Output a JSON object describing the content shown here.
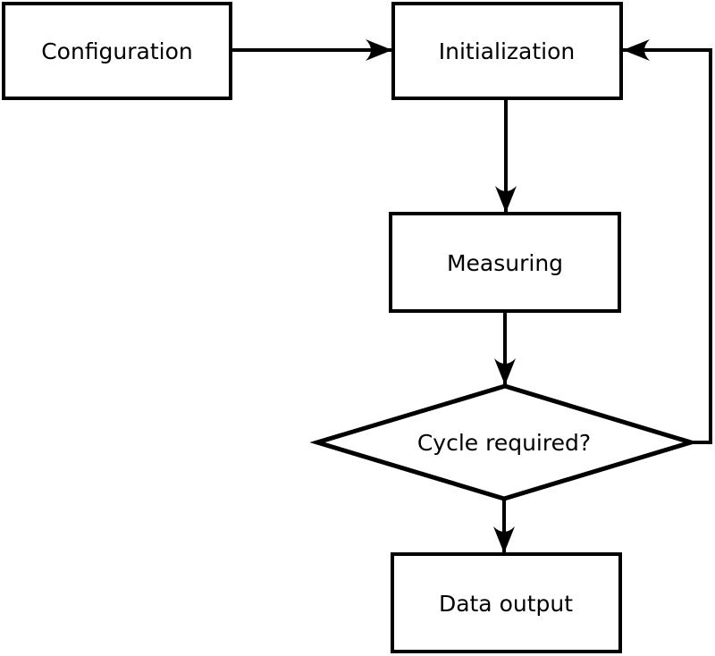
{
  "diagram": {
    "type": "flowchart",
    "colors": {
      "background": "#ffffff",
      "stroke": "#000000",
      "text": "#000000"
    },
    "nodes": {
      "configuration": {
        "label": "Configuration",
        "shape": "rectangle"
      },
      "initialization": {
        "label": "Initialization",
        "shape": "rectangle"
      },
      "measuring": {
        "label": "Measuring",
        "shape": "rectangle"
      },
      "decision": {
        "label": "Cycle required?",
        "shape": "diamond"
      },
      "data_output": {
        "label": "Data output",
        "shape": "rectangle"
      }
    },
    "edges": [
      {
        "from": "Configuration",
        "to": "Initialization"
      },
      {
        "from": "Initialization",
        "to": "Measuring"
      },
      {
        "from": "Measuring",
        "to": "Cycle required?"
      },
      {
        "from": "Cycle required?",
        "to": "Data output"
      },
      {
        "from": "Cycle required?",
        "to": "Initialization"
      }
    ]
  }
}
